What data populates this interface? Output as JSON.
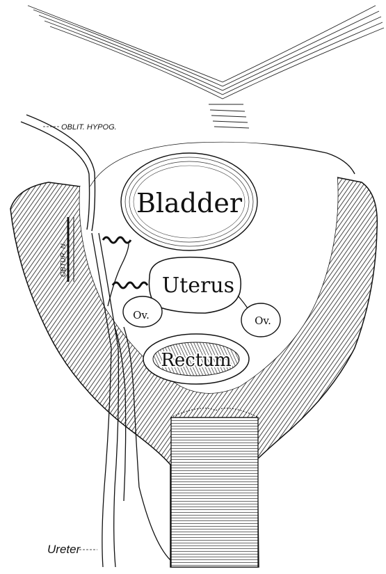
{
  "labels": {
    "bladder": "Bladder",
    "uterus": "Uterus",
    "rectum": "Rectum",
    "ovary_left": "Ov.",
    "ovary_right": "Ov.",
    "oblit_hypog": "OBLIT. HYPOG.",
    "obtur_n": "OBTUR. N.",
    "ureter": "Ureter"
  }
}
